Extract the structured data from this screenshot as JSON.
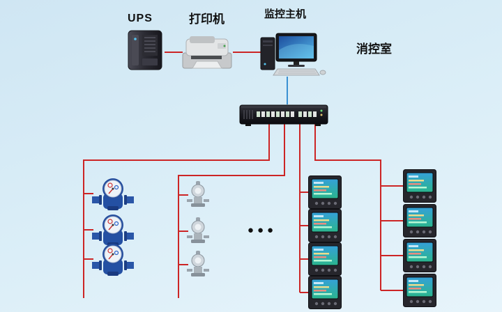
{
  "labels": {
    "ups": "UPS",
    "printer": "打印机",
    "monitor_host": "监控主机",
    "control_room": "消控室",
    "ellipsis": "●●●"
  },
  "colors": {
    "line_red": "#cc2525",
    "line_blue": "#3a90d2",
    "background_top": "#cfe6f3",
    "background_bottom": "#e7f4fb"
  },
  "devices": {
    "ups": "ups-tower",
    "printer": "laser-printer",
    "monitor_host": "desktop-computer",
    "collector": "data-collector-switch",
    "water_meters_count": 3,
    "sensors_count": 3,
    "power_meters_left_count": 4,
    "power_meters_right_count": 4
  }
}
